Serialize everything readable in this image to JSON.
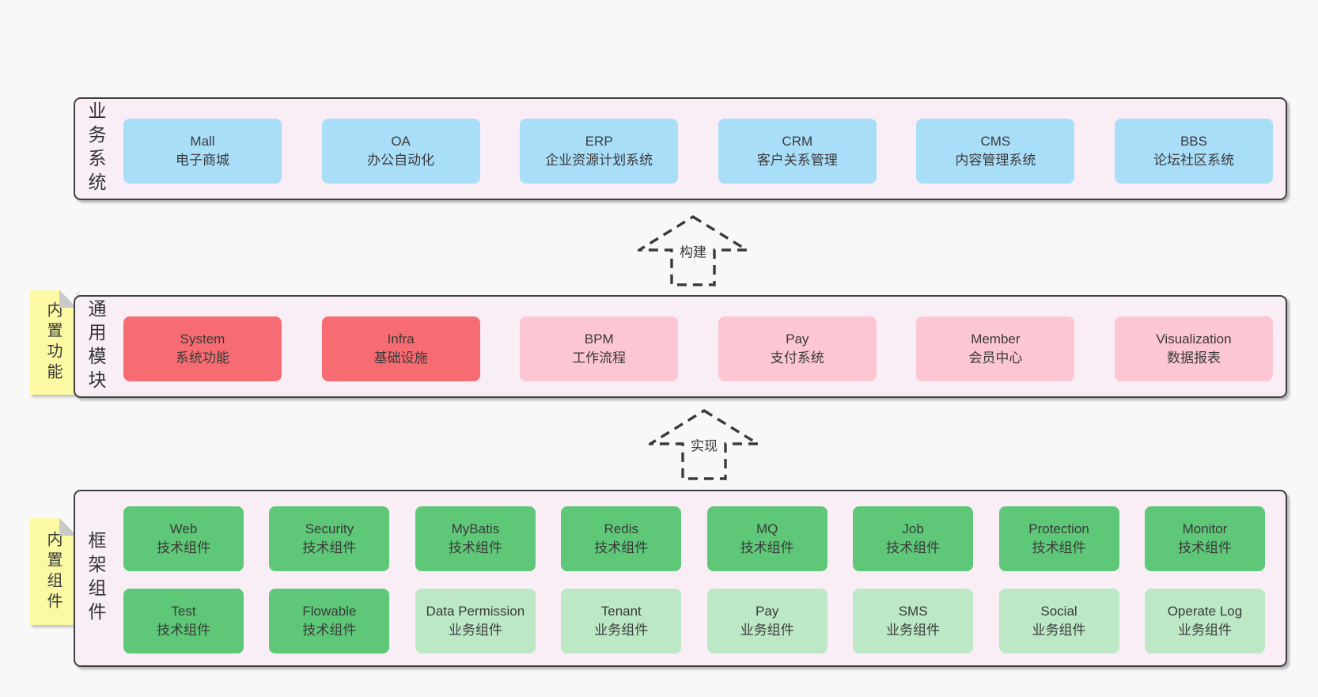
{
  "colors": {
    "page_bg": "#f8f8f8",
    "panel_bg": "#f9edf6",
    "panel_border": "#404040",
    "box_blue": "#a9def9",
    "box_red": "#f66c72",
    "box_pink": "#fcc6d2",
    "box_green": "#5ec878",
    "box_light_green": "#bce8c6",
    "sticky_yellow": "#fbf9a3",
    "arrow_stroke": "#3a3a3a"
  },
  "arrows": [
    {
      "label": "构建"
    },
    {
      "label": "实现"
    }
  ],
  "layers": [
    {
      "label": "业务系统",
      "boxes": [
        {
          "name": "Mall",
          "desc": "电子商城"
        },
        {
          "name": "OA",
          "desc": "办公自动化"
        },
        {
          "name": "ERP",
          "desc": "企业资源计划系统"
        },
        {
          "name": "CRM",
          "desc": "客户关系管理"
        },
        {
          "name": "CMS",
          "desc": "内容管理系统"
        },
        {
          "name": "BBS",
          "desc": "论坛社区系统"
        }
      ]
    },
    {
      "label": "通用模块",
      "sticky": "内置功能",
      "boxes": [
        {
          "name": "System",
          "desc": "系统功能"
        },
        {
          "name": "Infra",
          "desc": "基础设施"
        },
        {
          "name": "BPM",
          "desc": "工作流程"
        },
        {
          "name": "Pay",
          "desc": "支付系统"
        },
        {
          "name": "Member",
          "desc": "会员中心"
        },
        {
          "name": "Visualization",
          "desc": "数据报表"
        }
      ]
    },
    {
      "label": "框架组件",
      "sticky": "内置组件",
      "rows": [
        [
          {
            "name": "Web",
            "desc": "技术组件"
          },
          {
            "name": "Security",
            "desc": "技术组件"
          },
          {
            "name": "MyBatis",
            "desc": "技术组件"
          },
          {
            "name": "Redis",
            "desc": "技术组件"
          },
          {
            "name": "MQ",
            "desc": "技术组件"
          },
          {
            "name": "Job",
            "desc": "技术组件"
          },
          {
            "name": "Protection",
            "desc": "技术组件"
          },
          {
            "name": "Monitor",
            "desc": "技术组件"
          }
        ],
        [
          {
            "name": "Test",
            "desc": "技术组件"
          },
          {
            "name": "Flowable",
            "desc": "技术组件"
          },
          {
            "name": "Data Permission",
            "desc": "业务组件"
          },
          {
            "name": "Tenant",
            "desc": "业务组件"
          },
          {
            "name": "Pay",
            "desc": "业务组件"
          },
          {
            "name": "SMS",
            "desc": "业务组件"
          },
          {
            "name": "Social",
            "desc": "业务组件"
          },
          {
            "name": "Operate Log",
            "desc": "业务组件"
          }
        ]
      ]
    }
  ]
}
